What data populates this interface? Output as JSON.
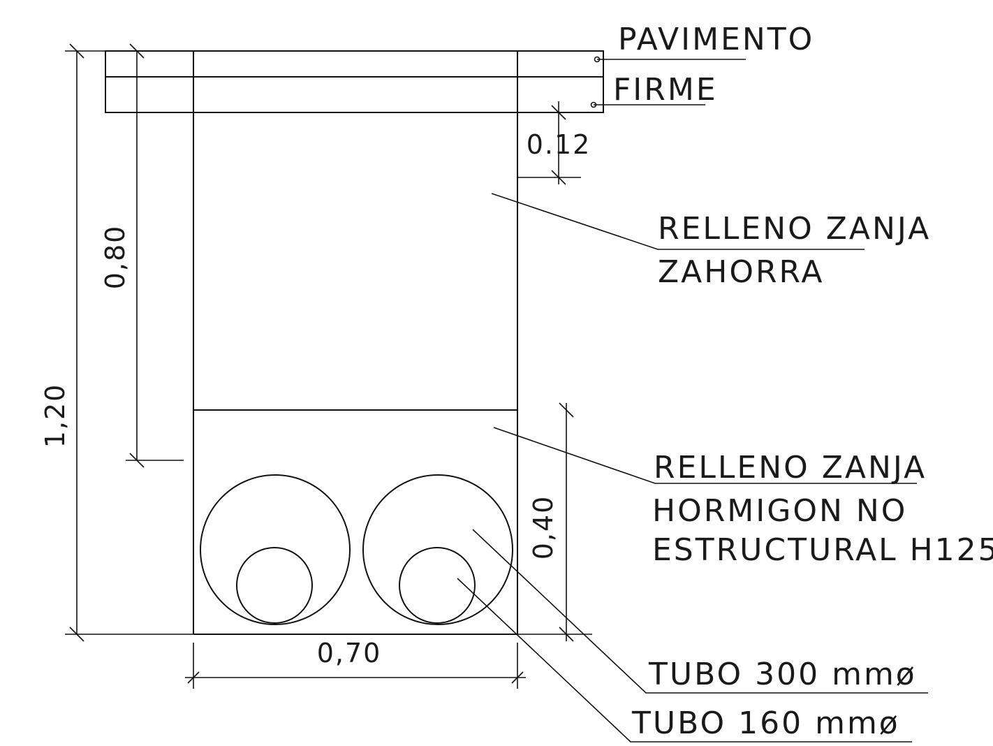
{
  "labels": {
    "pavimento": "PAVIMENTO",
    "firme": "FIRME",
    "relleno_zahorra_line1": "RELLENO  ZANJA",
    "relleno_zahorra_line2": "ZAHORRA",
    "relleno_hormigon_line1": "RELLENO  ZANJA",
    "relleno_hormigon_line2": "HORMIGON  NO",
    "relleno_hormigon_line3": "ESTRUCTURAL  H125",
    "tubo_300": "TUBO  300  mmø",
    "tubo_160": "TUBO  160  mmø"
  },
  "dimensions": {
    "firme_thickness": "0.12",
    "upper_depth": "0,80",
    "total_depth": "1,20",
    "lower_depth": "0,40",
    "trench_width": "0,70"
  },
  "colors": {
    "line": "#111111",
    "background": "#ffffff"
  }
}
